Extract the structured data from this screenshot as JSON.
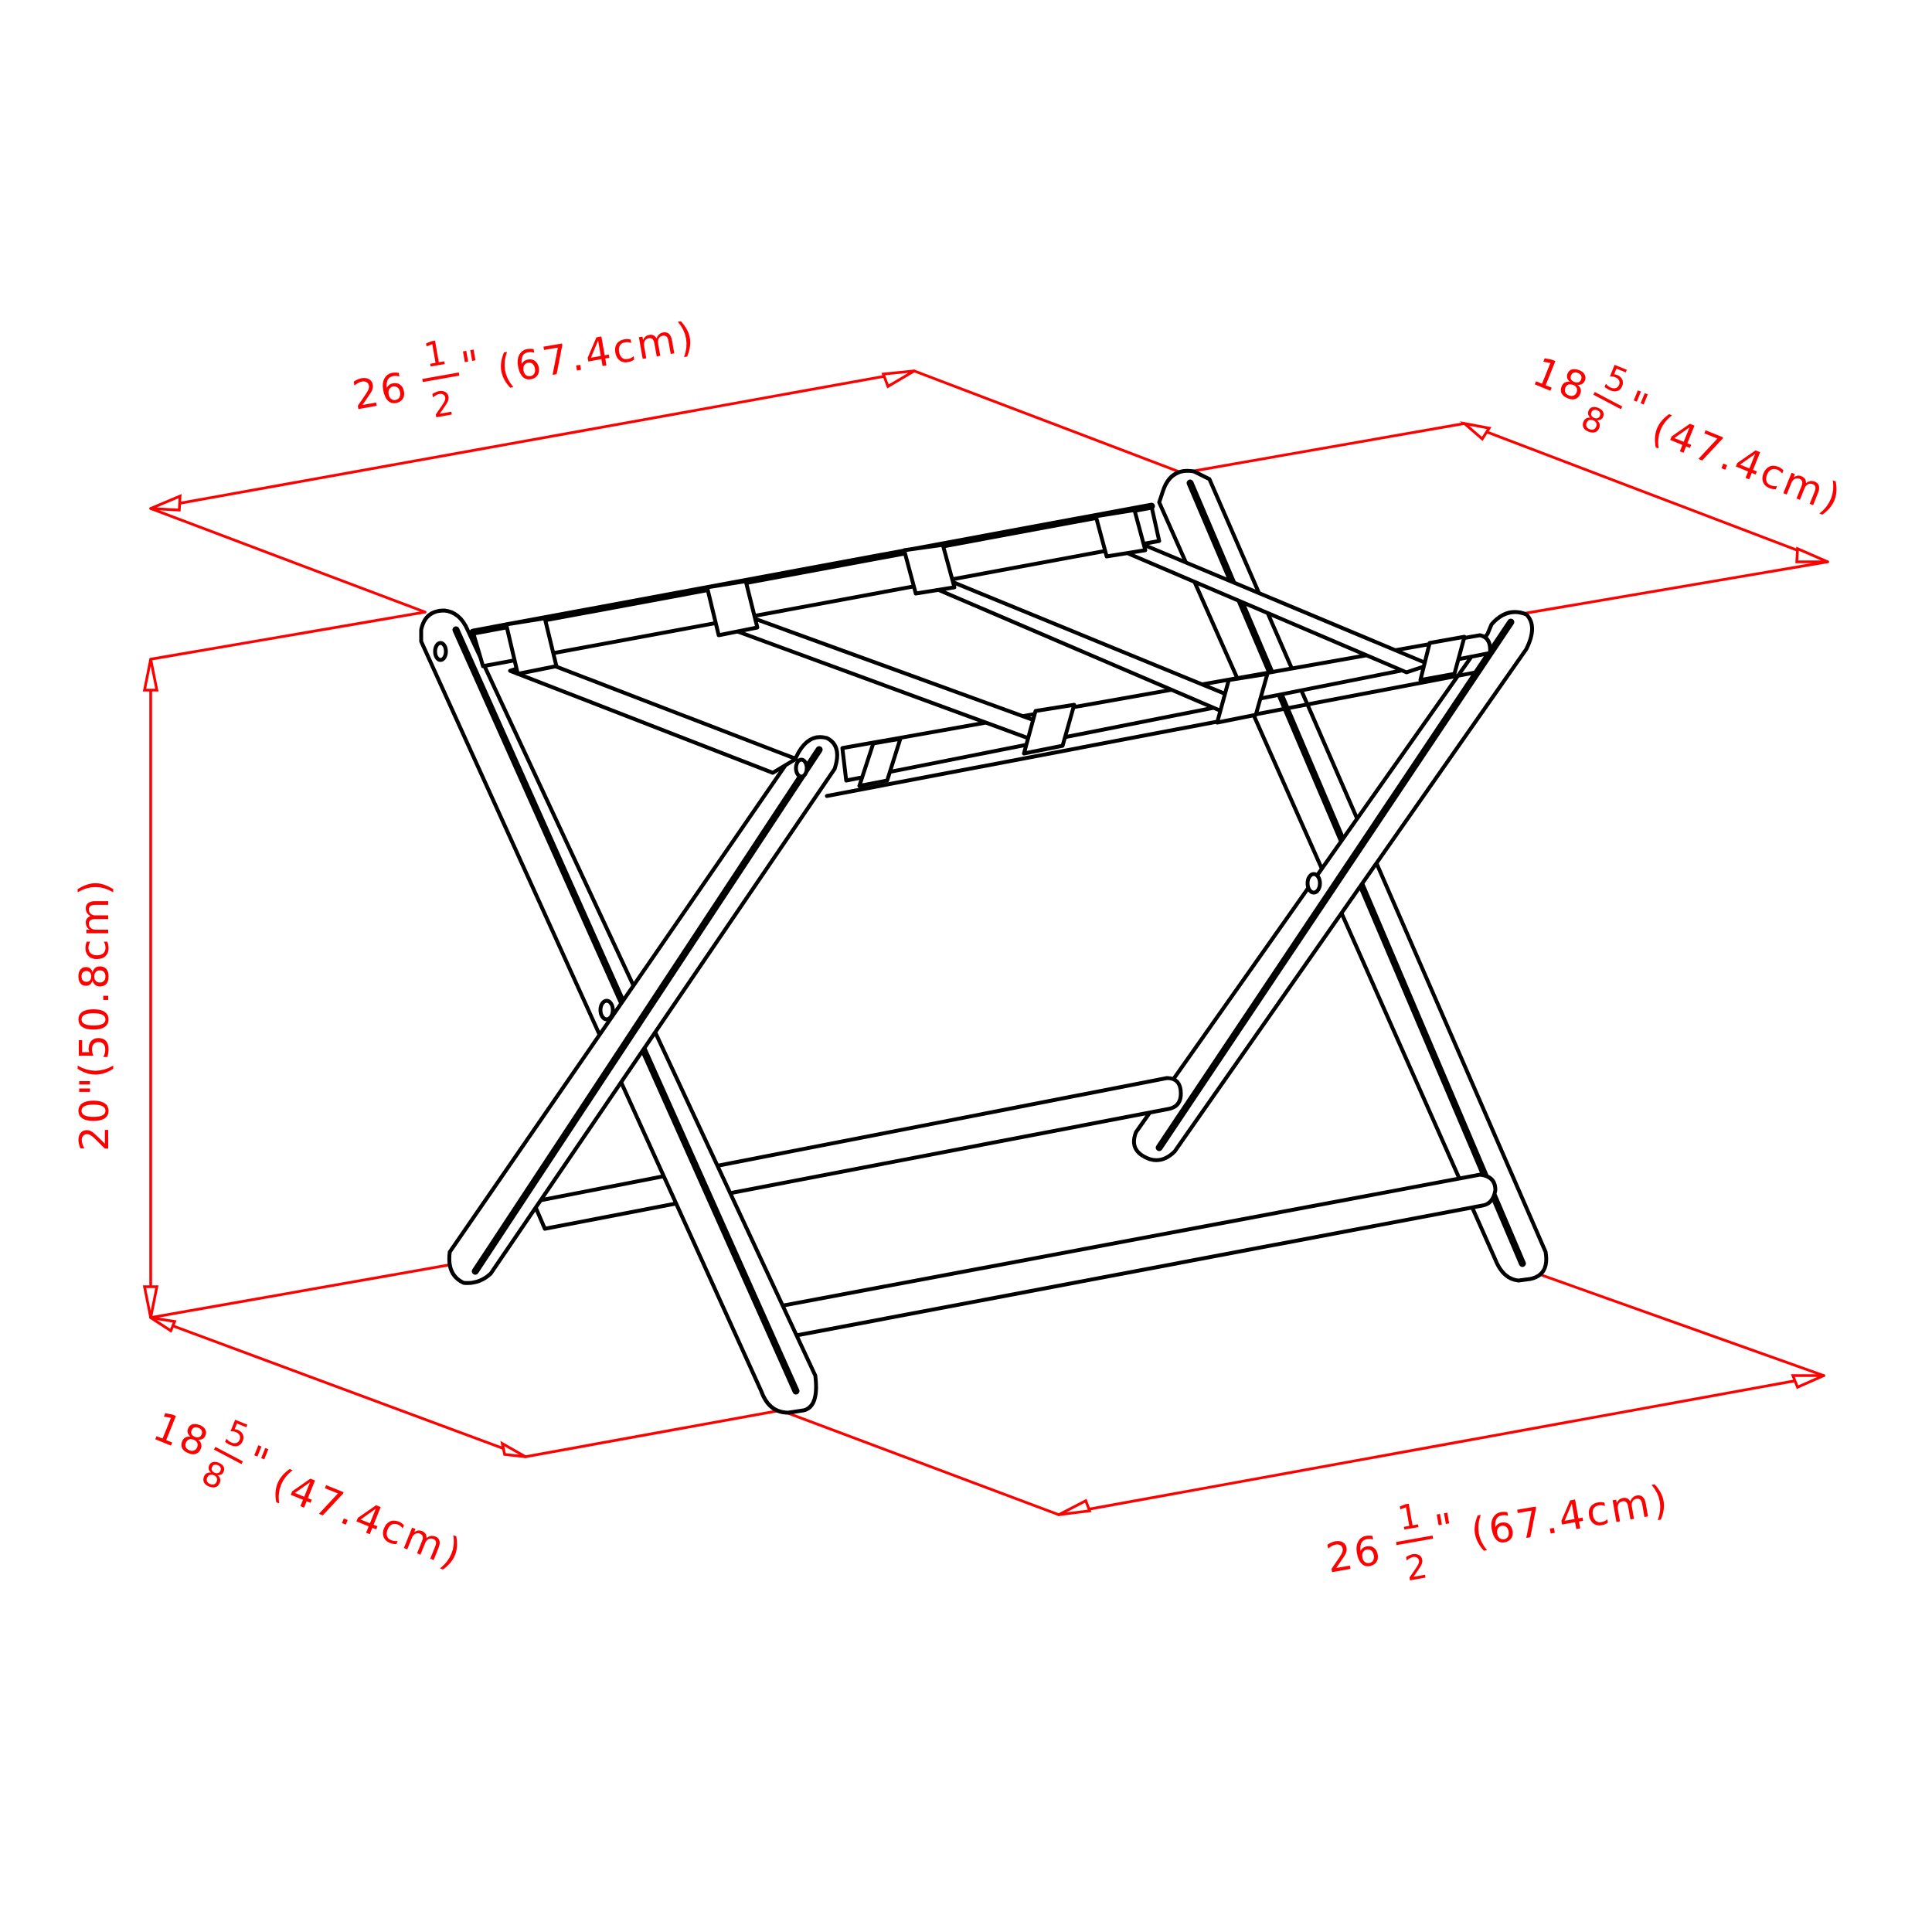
{
  "diagram": {
    "subject": "Folding luggage rack",
    "line_color": "#000000",
    "dimension_color": "#ff0000",
    "background": "#ffffff"
  },
  "dimensions": {
    "top_width": {
      "whole": "26",
      "numerator": "1",
      "denominator": "2",
      "unit_mark": "\"",
      "metric": "(67.4cm)"
    },
    "top_depth": {
      "whole": "18",
      "numerator": "5",
      "denominator": "8",
      "unit_mark": "\"",
      "metric": "(47.4cm)"
    },
    "height": {
      "label": "20\"",
      "metric": "(50.8cm)"
    },
    "bottom_depth": {
      "whole": "18",
      "numerator": "5",
      "denominator": "8",
      "unit_mark": "\"",
      "metric": "(47.4cm)"
    },
    "bottom_width": {
      "whole": "26",
      "numerator": "1",
      "denominator": "2",
      "unit_mark": "\"",
      "metric": "(67.4cm)"
    }
  }
}
